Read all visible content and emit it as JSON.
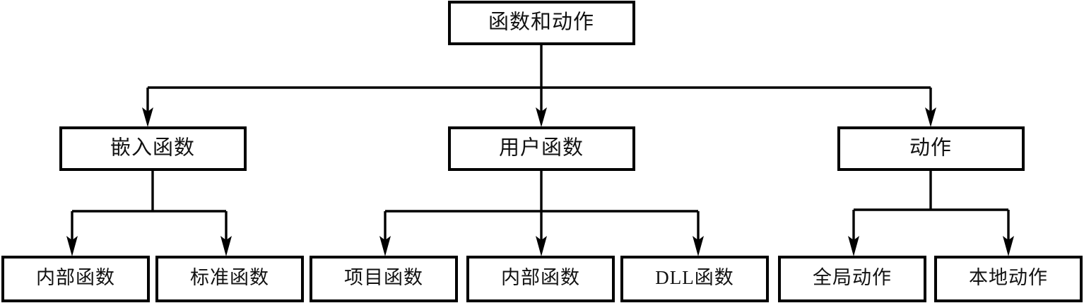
{
  "diagram": {
    "title": "函数和动作",
    "type": "hierarchy-tree",
    "colors": {
      "box_fill": "#ffffff",
      "box_stroke": "#000000",
      "connector": "#000000",
      "text": "#111111",
      "background": "#ffffff"
    },
    "levels": {
      "root": {
        "label": "函数和动作"
      },
      "level2": [
        {
          "id": "embedded-functions",
          "label": "嵌入函数"
        },
        {
          "id": "user-functions",
          "label": "用户函数"
        },
        {
          "id": "actions",
          "label": "动作"
        }
      ],
      "level3": [
        {
          "id": "internal-functions-1",
          "label": "内部函数",
          "parent": "embedded-functions"
        },
        {
          "id": "standard-functions",
          "label": "标准函数",
          "parent": "embedded-functions"
        },
        {
          "id": "project-functions",
          "label": "项目函数",
          "parent": "user-functions"
        },
        {
          "id": "internal-functions-2",
          "label": "内部函数",
          "parent": "user-functions"
        },
        {
          "id": "dll-functions",
          "label": "DLL函数",
          "parent": "user-functions"
        },
        {
          "id": "global-actions",
          "label": "全局动作",
          "parent": "actions"
        },
        {
          "id": "local-actions",
          "label": "本地动作",
          "parent": "actions"
        }
      ]
    }
  }
}
